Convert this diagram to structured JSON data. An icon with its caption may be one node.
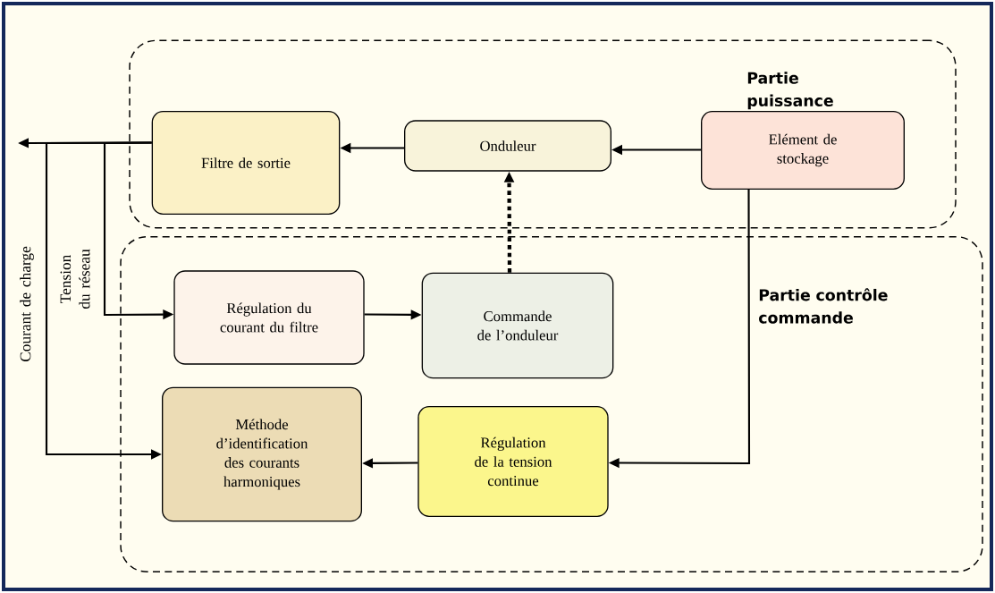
{
  "diagram": {
    "nodes": [
      {
        "text": [
          "Partie puissance"
        ]
      },
      {
        "text": [
          "Filtre de sortie"
        ],
        "in": 0
      },
      {
        "text": [
          "Onduleur"
        ],
        "in": 0
      },
      {
        "text": [
          "Elément de stockage"
        ],
        "in": 0
      },
      {
        "text": [
          "Partie contrôle commande"
        ]
      },
      {
        "text": [
          "Régulation du courant du filtre"
        ],
        "in": 4
      },
      {
        "text": [
          "Commande de l’onduleur"
        ],
        "in": 4
      },
      {
        "text": [
          "Méthode d’identification des courants harmoniques"
        ],
        "in": 4
      },
      {
        "text": [
          "Régulation de la tension continue"
        ],
        "in": 4
      }
    ],
    "edges": [
      {
        "from": 3,
        "to": 2,
        "arrow": "to"
      },
      {
        "from": 2,
        "to": 1,
        "arrow": "to"
      },
      {
        "from": 6,
        "to": 2,
        "arrow": "to",
        "style": "dashed"
      },
      {
        "from": 1,
        "to": null,
        "arrow": "to"
      },
      {
        "from": 1,
        "to": 7,
        "arrow": "to",
        "label": "Courant de charge"
      },
      {
        "from": 1,
        "to": 5,
        "arrow": "to",
        "label": "Tension du réseau"
      },
      {
        "from": 5,
        "to": 6,
        "arrow": "to"
      },
      {
        "from": 3,
        "to": 8,
        "arrow": "to"
      },
      {
        "from": 8,
        "to": 7,
        "arrow": "to"
      }
    ]
  }
}
